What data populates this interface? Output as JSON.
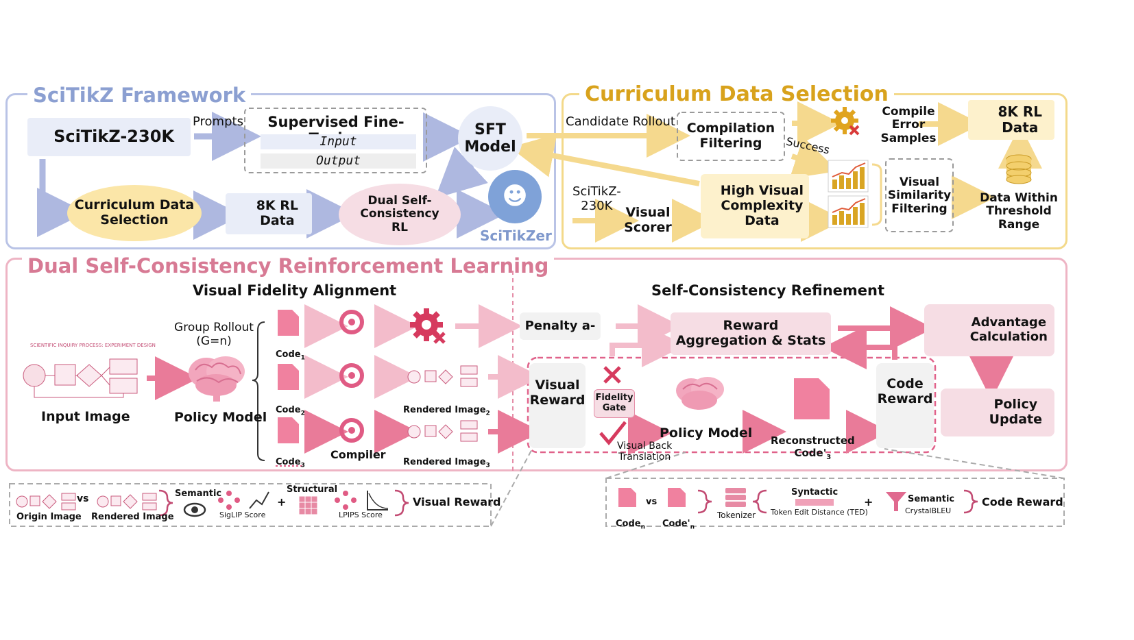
{
  "colors": {
    "framework": "#b9c3e6",
    "framework_title": "#8b9fd1",
    "curriculum": "#f3d98a",
    "curriculum_title": "#d8a21c",
    "dual": "#eeb4c4",
    "dual_title": "#d77a94",
    "pink_fill": "#f6dde4",
    "pink_strong": "#e57596",
    "yellow_fill": "#fdf1cc",
    "blue_fill": "#e9edf8"
  },
  "framework": {
    "title": "SciTikZ Framework",
    "dataset": "SciTikZ-230K",
    "prompts": "Prompts",
    "sft_title": "Supervised Fine-Tuning",
    "sft_input": "Input",
    "sft_output": "Output",
    "sft_model": "SFT\nModel",
    "curriculum": "Curriculum Data\nSelection",
    "rl_data": "8K RL\nData",
    "dual_rl": "Dual Self-\nConsistency\nRL",
    "scitikzer": "SciTikZer"
  },
  "curriculum": {
    "title": "Curriculum Data Selection",
    "candidate": "Candidate Rollout",
    "compilation": "Compilation\nFiltering",
    "success": "Success",
    "compile_error": "Compile Error\nSamples",
    "rl_data": "8K RL\nData",
    "source": "SciTikZ-\n230K",
    "scorer": "Visual\nScorer",
    "high_visual": "High Visual\nComplexity\nData",
    "similarity": "Visual\nSimilarity\nFiltering",
    "threshold": "Data Within\nThreshold\nRange"
  },
  "dual": {
    "title": "Dual Self-Consistency Reinforcement Learning",
    "vfa": "Visual Fidelity Alignment",
    "scr": "Self-Consistency Refinement",
    "diagram_caption": "SCIENTIFIC INQUIRY PROCESS: EXPERIMENT DESIGN",
    "input_image": "Input Image",
    "group_rollout": "Group Rollout\n(G=n)",
    "policy_model": "Policy Model",
    "code1": "Code",
    "code1_sub": "1",
    "code2": "Code",
    "code2_sub": "2",
    "code3": "Code",
    "code3_sub": "3",
    "compiler": "Compiler",
    "rendered2": "Rendered Image",
    "rendered2_sub": "2",
    "rendered3": "Rendered Image",
    "rendered3_sub": "3",
    "penalty": "Penalty a-",
    "reward_agg": "Reward\nAggregation & Stats",
    "advantage": "Advantage\nCalculation",
    "visual_reward": "Visual\nReward",
    "fidelity_gate": "Fidelity\nGate",
    "policy_model2": "Policy Model",
    "reconstructed": "Reconstructed\nCode'",
    "reconstructed_sub": "3",
    "code_reward": "Code\nReward",
    "policy_update": "Policy\nUpdate",
    "back_translation": "Visual Back\nTranslation"
  },
  "legend_left": {
    "origin": "Origin Image",
    "vs": "vs",
    "rendered": "Rendered Image",
    "semantic": "Semantic",
    "siglip": "SigLIP Score",
    "plus": "+",
    "structural": "Structural",
    "lpips": "LPIPS Score",
    "visual_reward": "Visual Reward"
  },
  "legend_right": {
    "coden": "Code",
    "coden_sub": "n",
    "vs": "vs",
    "coden2": "Code'",
    "coden2_sub": "n",
    "tokenizer": "Tokenizer",
    "syntactic": "Syntactic",
    "ted": "Token Edit Distance (TED)",
    "plus": "+",
    "semantic": "Semantic",
    "crystal": "CrystalBLEU",
    "code_reward": "Code Reward"
  }
}
